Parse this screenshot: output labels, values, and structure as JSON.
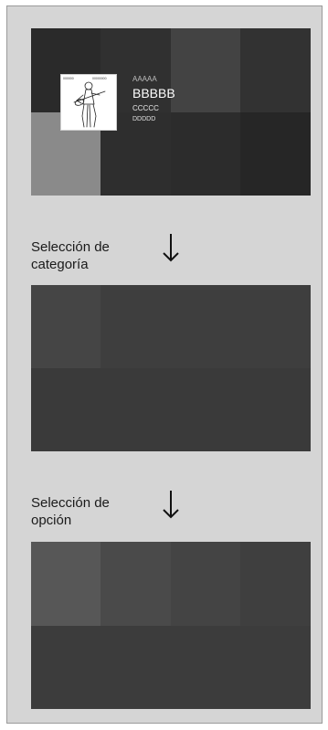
{
  "now_playing": {
    "cover_label_left": "000000",
    "cover_label_right": "00000000",
    "line1": "AAAAA",
    "line2": "BBBBB",
    "line3": "CCCCC",
    "line4": "DDDDD"
  },
  "steps": [
    {
      "lines": [
        "Selección de",
        "categoría"
      ]
    },
    {
      "lines": [
        "Selección de",
        "opción"
      ]
    }
  ],
  "icons": {
    "down_arrow": "down-arrow-icon"
  },
  "colors": {
    "background": "#d5d5d5",
    "panel_dark": "#2f2f2f",
    "text": "#1a1a1a"
  }
}
